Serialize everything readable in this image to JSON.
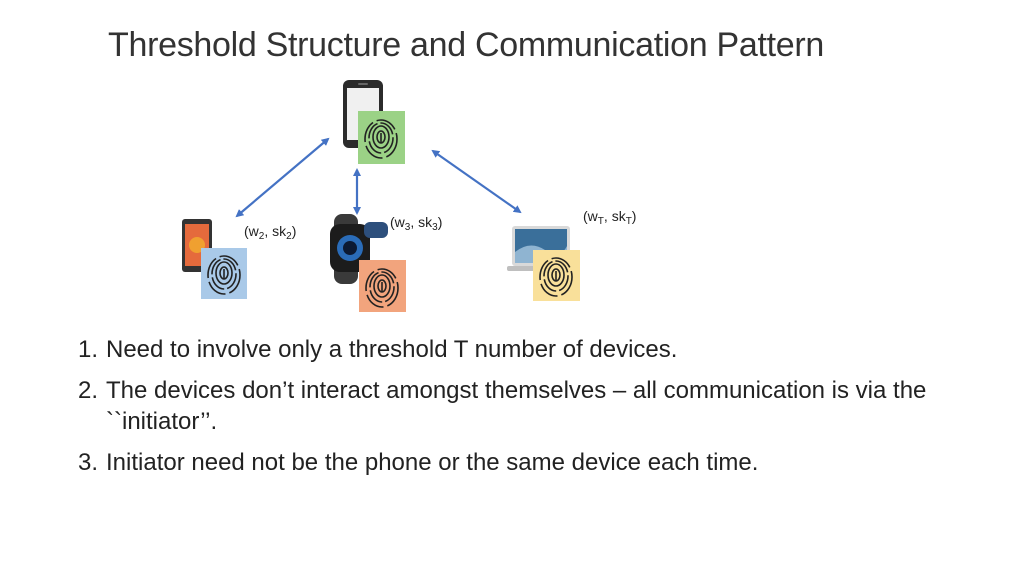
{
  "title": "Threshold Structure and Communication Pattern",
  "diagram": {
    "center_device": {
      "name": "phone-icon",
      "fingerprint_color": "#9bd286"
    },
    "devices": [
      {
        "id": "tablet",
        "icon": "tablet-icon",
        "fingerprint_color": "#a9c9e8",
        "label": {
          "w": "w",
          "w_sub": "2",
          "sk": "sk",
          "sk_sub": "2"
        }
      },
      {
        "id": "watch",
        "icon": "watch-icon",
        "fingerprint_color": "#f2a47d",
        "label": {
          "w": "w",
          "w_sub": "3",
          "sk": "sk",
          "sk_sub": "3"
        }
      },
      {
        "id": "laptop",
        "icon": "laptop-icon",
        "fingerprint_color": "#f9e09a",
        "label": {
          "w": "w",
          "w_sub": "T",
          "sk": "sk",
          "sk_sub": "T"
        }
      }
    ],
    "arrow_color": "#4472c4"
  },
  "points": [
    {
      "num": "1.",
      "text": "Need to involve only a threshold T number of devices."
    },
    {
      "num": "2.",
      "text": "The devices don’t interact amongst themselves – all communication is via the ``initiator’’."
    },
    {
      "num": "3.",
      "text": "Initiator need not be the phone or the same device each time."
    }
  ]
}
